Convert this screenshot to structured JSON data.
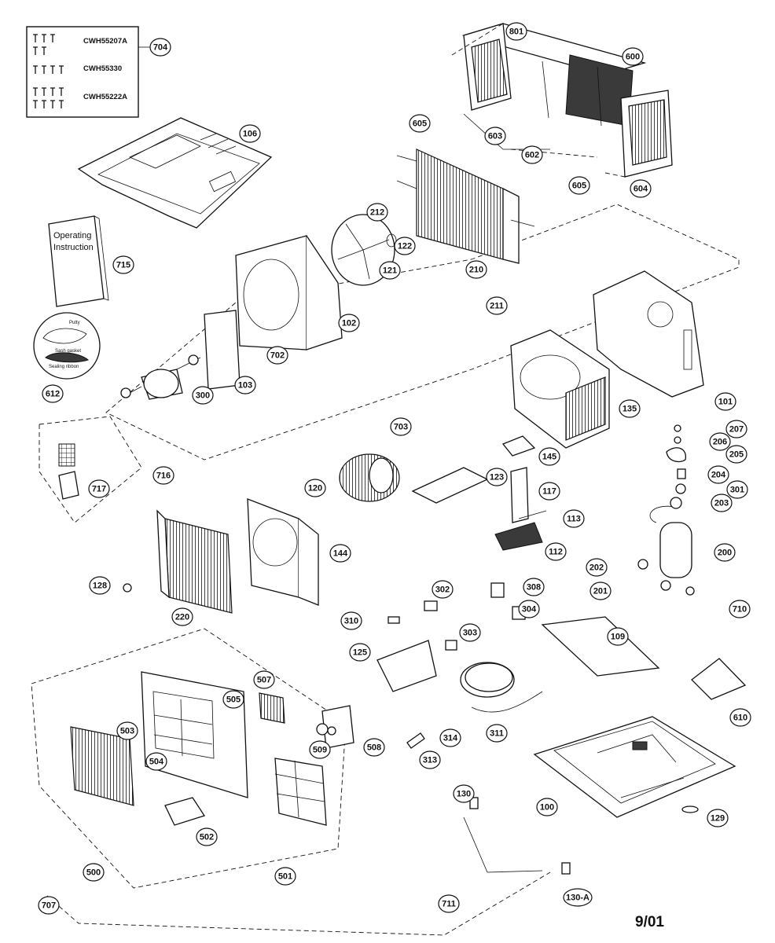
{
  "legend": {
    "rows": [
      {
        "code": "CWH55207A",
        "screws": 5
      },
      {
        "code": "CWH55330",
        "screws": 4
      },
      {
        "code": "CWH55222A",
        "screws": 8
      }
    ],
    "ref": "704"
  },
  "manual": {
    "line1": "Operating",
    "line2": "Instruction",
    "ref": "715"
  },
  "kit": {
    "item1": "Putty",
    "item2": "Sash gasket",
    "item3": "Sealing ribbon",
    "ref": "612"
  },
  "callouts": [
    "801",
    "600",
    "605",
    "603",
    "602",
    "605",
    "604",
    "106",
    "212",
    "122",
    "121",
    "210",
    "211",
    "102",
    "702",
    "103",
    "300",
    "101",
    "135",
    "703",
    "207",
    "206",
    "205",
    "204",
    "301",
    "203",
    "145",
    "123",
    "117",
    "120",
    "113",
    "112",
    "200",
    "202",
    "201",
    "717",
    "716",
    "144",
    "128",
    "220",
    "302",
    "308",
    "304",
    "310",
    "303",
    "109",
    "710",
    "125",
    "311",
    "314",
    "313",
    "610",
    "507",
    "505",
    "503",
    "509",
    "508",
    "504",
    "502",
    "130",
    "100",
    "129",
    "501",
    "500",
    "711",
    "130-A",
    "707"
  ],
  "footer": {
    "date": "9/01"
  }
}
